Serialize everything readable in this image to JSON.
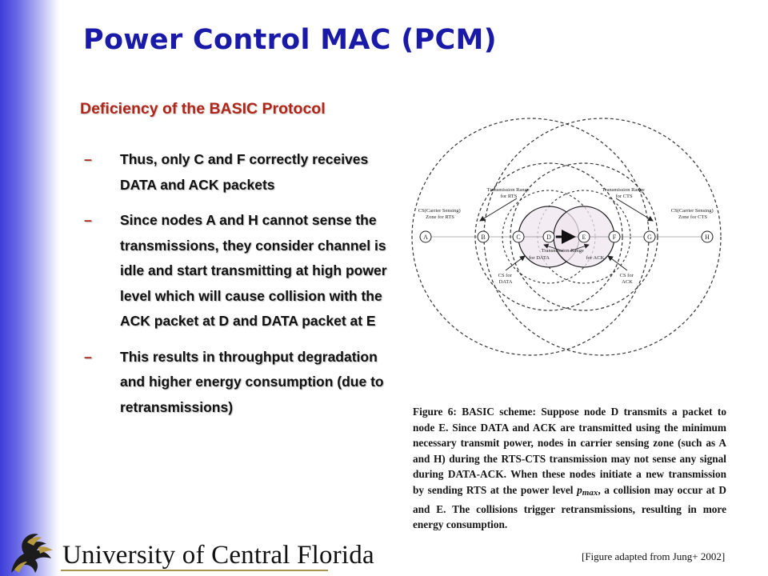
{
  "slide": {
    "title": "Power Control MAC (PCM)",
    "subtitle": "Deficiency of the BASIC Protocol",
    "bullet_marker": "–",
    "bullets": [
      "Thus, only C and F correctly receives DATA and ACK packets",
      "Since nodes A and H cannot sense the transmissions, they consider channel is idle and start transmitting at high power level which will cause collision with the ACK packet at D and DATA packet at E",
      "This results in throughput degradation and higher energy consumption  (due to retransmissions)"
    ]
  },
  "figure": {
    "nodes": [
      "A",
      "B",
      "C",
      "D",
      "E",
      "F",
      "G",
      "H"
    ],
    "labels": {
      "tr_rts": [
        "Transmission Range",
        "for RTS"
      ],
      "tr_cts": [
        "Transmission Range",
        "for CTS"
      ],
      "cs_rts": [
        "CS(Carrier Sensing)",
        "Zone for RTS"
      ],
      "cs_cts": [
        "CS(Carrier Sensing)",
        "Zone for CTS"
      ],
      "tr_data": [
        "Transmission Range",
        "for DATA"
      ],
      "tr_ack": "for ACK",
      "cs_data": [
        "CS for",
        "DATA"
      ],
      "cs_ack": [
        "CS for",
        "ACK"
      ]
    },
    "caption_before": "Figure 6:  BASIC scheme:  Suppose node D transmits a packet to node E. Since DATA and ACK are transmitted using the minimum necessary transmit power, nodes in carrier sensing zone (such as A and H) during the RTS-CTS transmission may not sense any signal during DATA-ACK. When these nodes initiate a new transmission by sending RTS at the power level ",
    "caption_symbol": "p",
    "caption_subscript": "max",
    "caption_after": ", a collision may occur at D and E. The collisions trigger retransmissions, resulting in more energy consumption.",
    "credit": "[Figure adapted from Jung+ 2002]"
  },
  "footer": {
    "university": "University of Central Florida"
  }
}
